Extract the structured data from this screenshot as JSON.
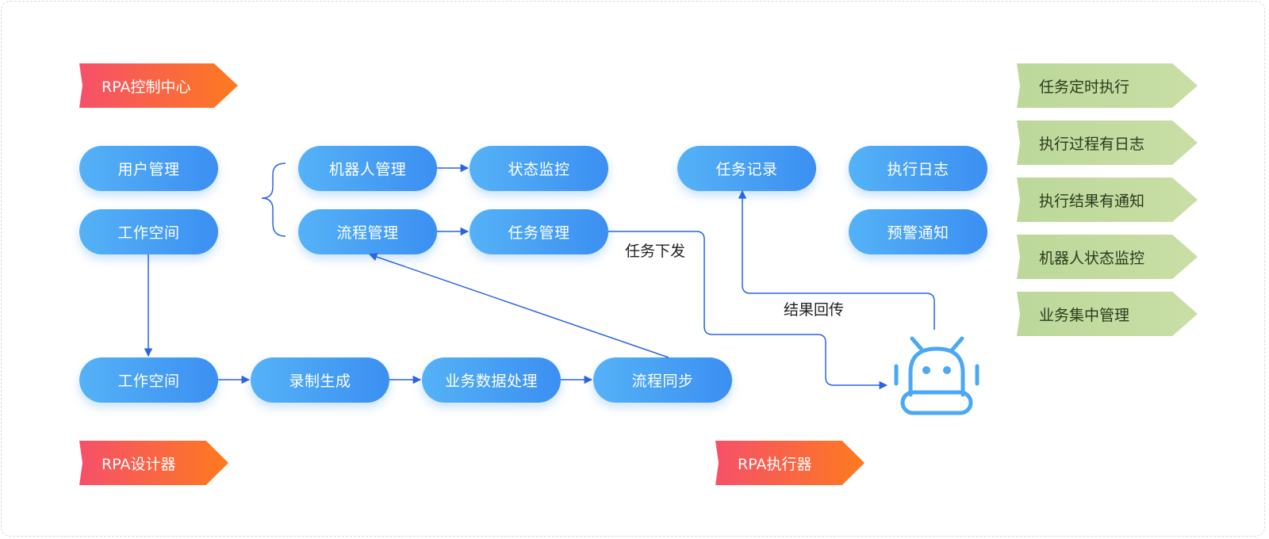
{
  "tags": {
    "control_center": "RPA控制中心",
    "designer": "RPA设计器",
    "executor": "RPA执行器"
  },
  "control": {
    "user_mgmt": "用户管理",
    "workspace": "工作空间",
    "robot_mgmt": "机器人管理",
    "status_monitor": "状态监控",
    "flow_mgmt": "流程管理",
    "task_mgmt": "任务管理",
    "task_record": "任务记录",
    "exec_log": "执行日志",
    "warning_notice": "预警通知"
  },
  "designer": {
    "workspace": "工作空间",
    "record_gen": "录制生成",
    "biz_data": "业务数据处理",
    "flow_sync": "流程同步"
  },
  "edge_labels": {
    "task_dispatch": "任务下发",
    "result_return": "结果回传"
  },
  "features": [
    "任务定时执行",
    "执行过程有日志",
    "执行结果有通知",
    "机器人状态监控",
    "业务集中管理"
  ],
  "colors": {
    "pill_start": "#55b2f6",
    "pill_end": "#3b8ff2",
    "tag_start": "#f6506a",
    "tag_end": "#fd7a1f",
    "feature_bg": "#c3db9f",
    "connector": "#2a63e6",
    "divider": "#2aa52a",
    "robot": "#4aa8f4"
  }
}
